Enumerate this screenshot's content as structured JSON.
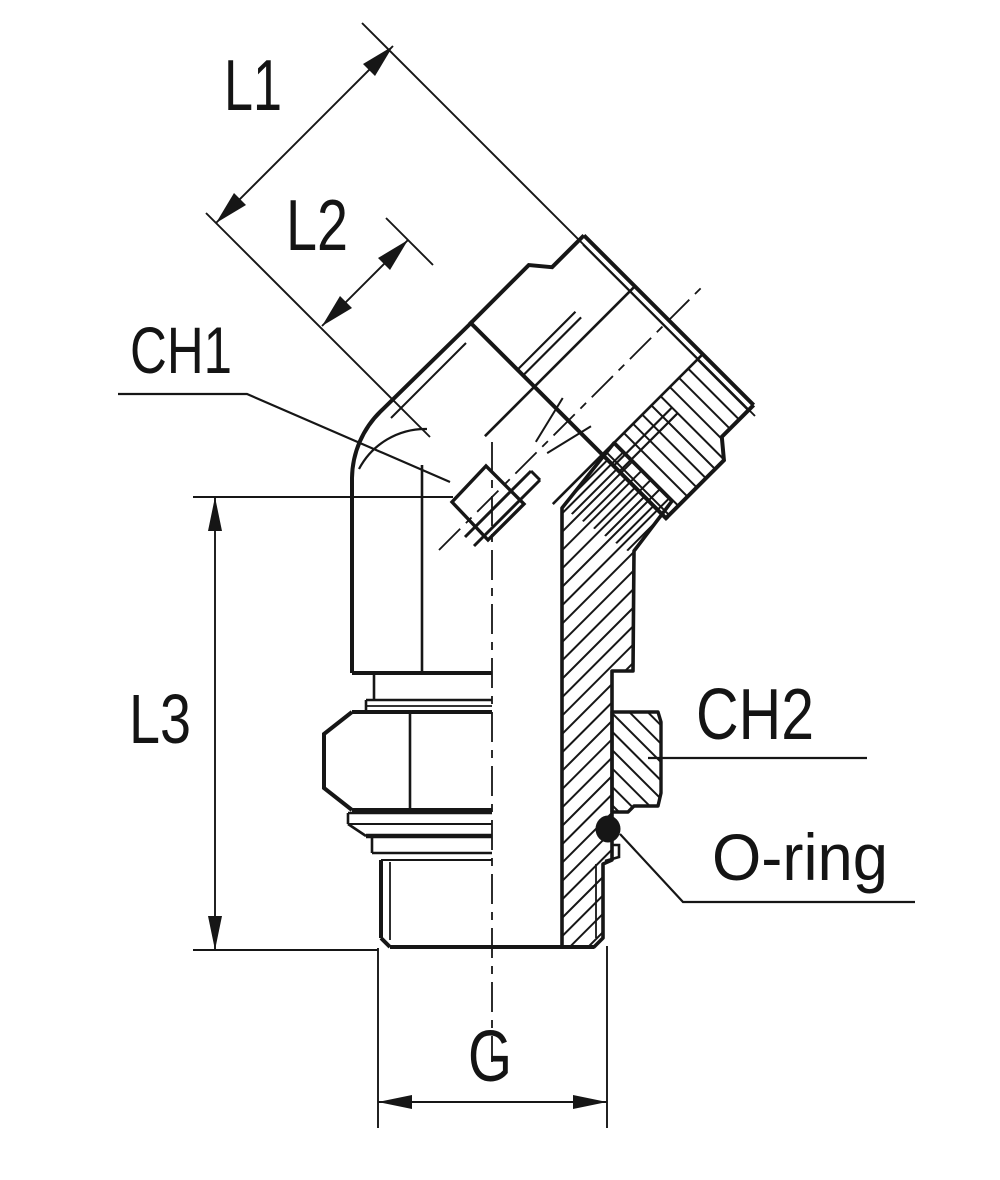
{
  "figure": {
    "type": "technical-drawing",
    "subject": "45-degree hydraulic elbow fitting, male stud with O-ring, half section",
    "background_color": "#ffffff",
    "line_color": "#161616"
  },
  "labels": {
    "l1": "L1",
    "l2": "L2",
    "l3": "L3",
    "ch1": "CH1",
    "ch2": "CH2",
    "g": "G",
    "oring": "O-ring"
  }
}
